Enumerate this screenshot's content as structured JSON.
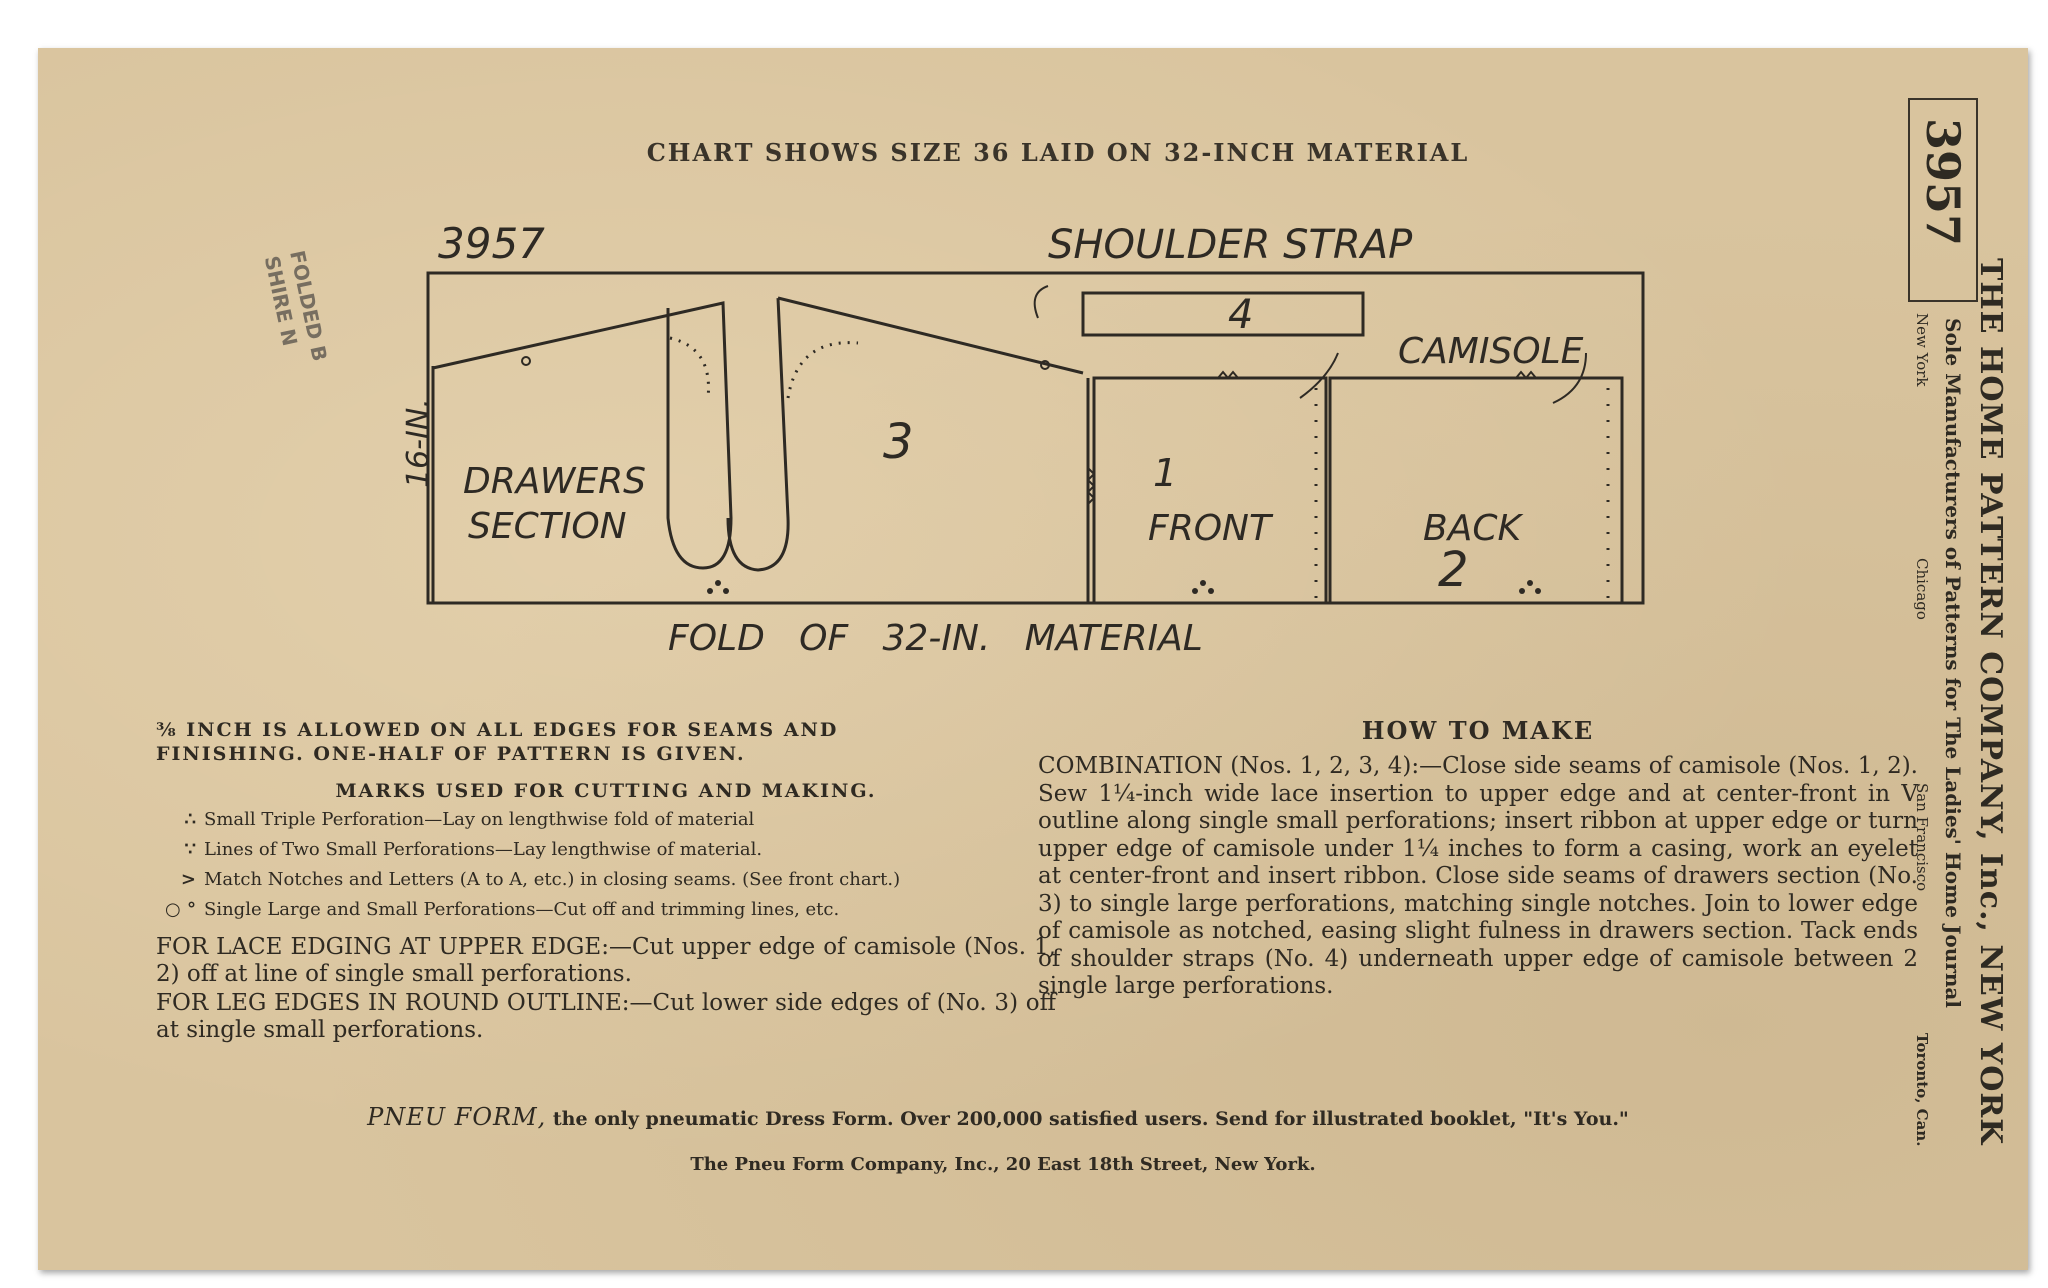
{
  "header": {
    "chart_title": "CHART SHOWS SIZE 36 LAID ON 32-INCH MATERIAL"
  },
  "diagram": {
    "pattern_number": "3957",
    "shoulder_strap_label": "SHOULDER STRAP",
    "camisole_label": "CAMISOLE",
    "height_label": "16-IN.",
    "piece_4": "4",
    "piece_3": "3",
    "piece_1": "1",
    "piece_2": "2",
    "drawers_line1": "DRAWERS",
    "drawers_line2": "SECTION",
    "front_label": "FRONT",
    "back_label": "BACK",
    "fold_label": "FOLD   OF   32-IN.   MATERIAL"
  },
  "stamp": {
    "line1": "FOLDED B",
    "line2": "SHIRE N"
  },
  "sidebar": {
    "number": "3957",
    "company": "THE HOME PATTERN COMPANY, Inc., NEW YORK",
    "manufacturers": "Sole Manufacturers of Patterns for The Ladies' Home Journal",
    "city_ny": "New York",
    "city_chicago": "Chicago",
    "city_sf": "San Francisco",
    "city_toronto": "Toronto, Can."
  },
  "left_column": {
    "seam_line1": "⅜ INCH IS ALLOWED ON ALL EDGES FOR SEAMS AND",
    "seam_line2": "FINISHING.  ONE-HALF OF PATTERN IS GIVEN.",
    "marks_title": "MARKS USED FOR CUTTING AND MAKING.",
    "marks": [
      {
        "symbol": "∴",
        "text": "Small Triple Perforation—Lay on lengthwise fold of material"
      },
      {
        "symbol": "∵",
        "text": "Lines of Two Small Perforations—Lay lengthwise of material."
      },
      {
        "symbol": ">",
        "text": "Match Notches and Letters (A to A, etc.) in closing seams.  (See front chart.)"
      },
      {
        "symbol": "○ °",
        "text": "Single Large and Small Perforations—Cut off and trimming lines, etc."
      }
    ],
    "lace_edging": "FOR LACE EDGING AT UPPER EDGE:—Cut upper edge of camisole (Nos. 1, 2) off at line of single small perforations.",
    "leg_edges": "FOR LEG EDGES IN ROUND OUTLINE:—Cut lower side edges of (No. 3) off at single small perforations."
  },
  "right_column": {
    "title": "HOW TO MAKE",
    "body": "COMBINATION (Nos. 1, 2, 3, 4):—Close side seams of camisole (Nos. 1, 2).  Sew 1¼-inch wide lace insertion to upper edge and at center-front in V outline along single small perforations; insert ribbon at upper edge or turn upper edge of camisole under 1¼ inches to form a casing, work an eyelet at center-front and insert ribbon.  Close side seams of drawers section (No. 3) to single large perforations, matching single notches.  Join to lower edge of camisole as notched, easing slight fulness in drawers section.  Tack ends of shoulder straps (No. 4) underneath upper edge of camisole between 2 single large perforations."
  },
  "footer": {
    "brand": "PNEU FORM,",
    "ad_text": "the only pneumatic Dress Form.  Over 200,000 satisfied users.  Send for illustrated booklet, \"It's You.\"",
    "address": "The Pneu Form Company, Inc., 20 East 18th Street, New York."
  }
}
